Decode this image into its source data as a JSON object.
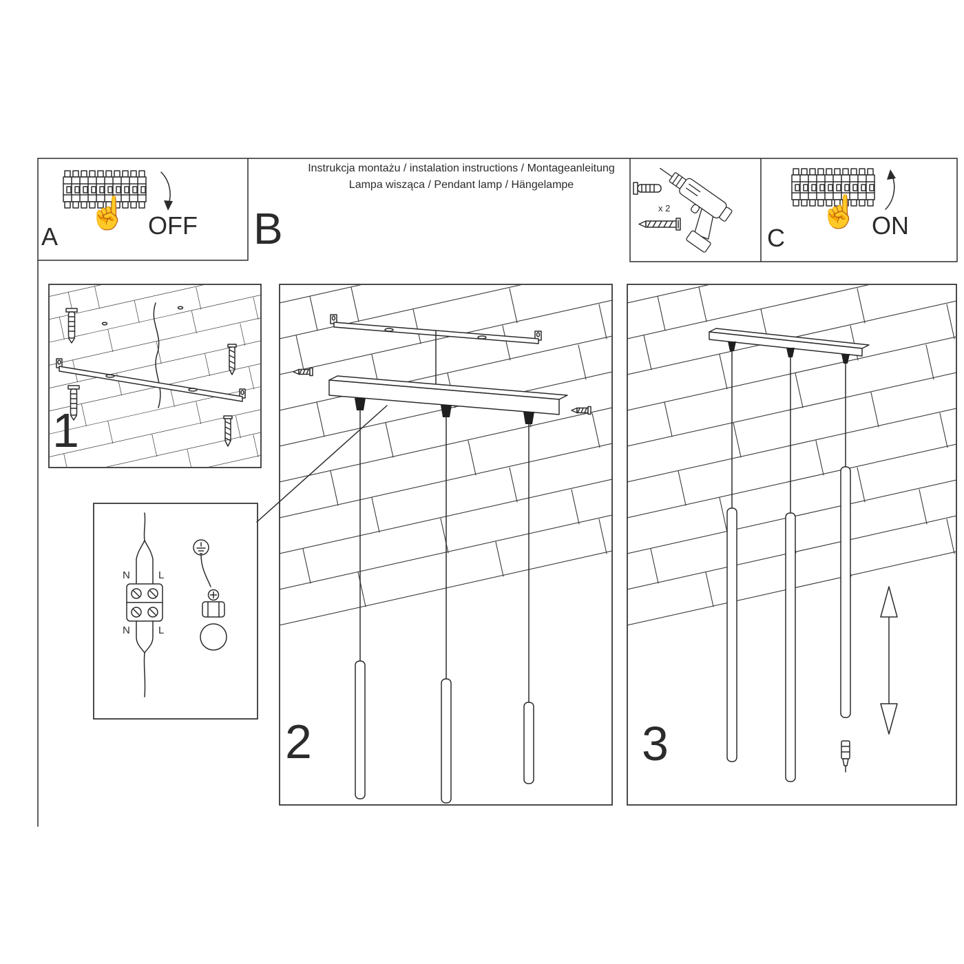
{
  "header": {
    "line1": "Instrukcja montażu / instalation instructions / Montageanleitung",
    "line2": "Lampa wisząca / Pendant lamp / Hängelampe"
  },
  "panels": {
    "a": {
      "letter": "A",
      "state": "OFF",
      "hand_icon": "☝"
    },
    "b": {
      "letter": "B"
    },
    "tools": {
      "quantity": "x 2"
    },
    "c": {
      "letter": "C",
      "state": "ON",
      "hand_icon": "☝"
    }
  },
  "steps": {
    "step1": "1",
    "step2": "2",
    "step3": "3"
  },
  "wiring": {
    "top_left": "N",
    "top_right": "L",
    "bottom_left": "N",
    "bottom_right": "L"
  },
  "colors": {
    "ink": "#2b2b2b",
    "paper": "#ffffff"
  }
}
